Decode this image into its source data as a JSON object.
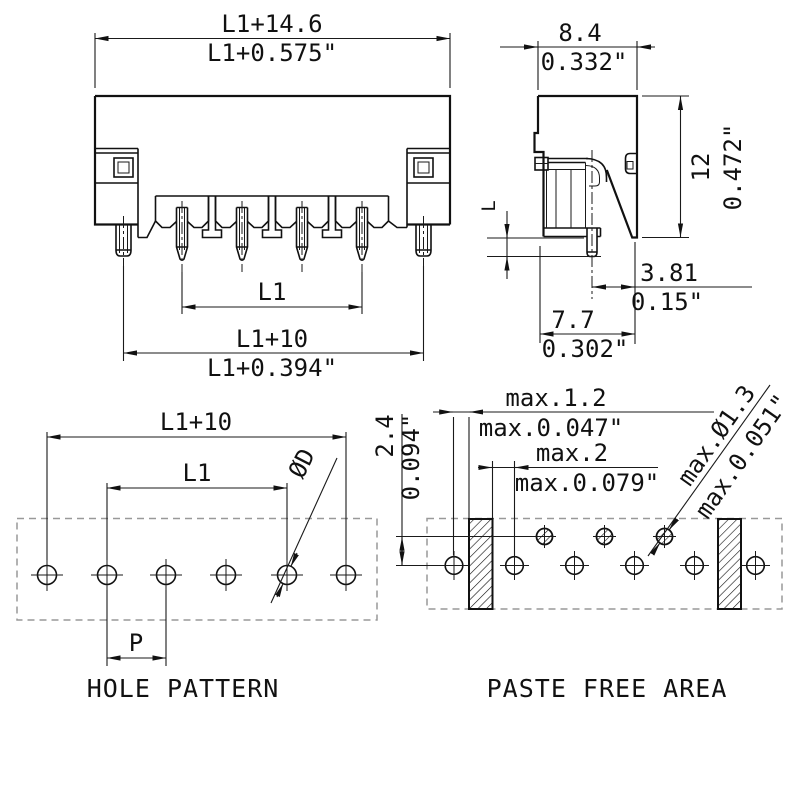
{
  "drawing": {
    "front_view": {
      "dim_overall_mm": "L1+14.6",
      "dim_overall_inch": "L1+0.575\"",
      "dim_l1": "L1",
      "dim_span_mm": "L1+10",
      "dim_span_inch": "L1+0.394\""
    },
    "side_view": {
      "dim_width_mm": "8.4",
      "dim_width_inch": "0.332\"",
      "dim_height_mm": "12",
      "dim_height_inch": "0.472\"",
      "dim_pin_length": "L",
      "dim_pin_offset_mm": "3.81",
      "dim_pin_offset_inch": "0.15\"",
      "dim_depth_mm": "7.7",
      "dim_depth_inch": "0.302\""
    },
    "hole_pattern": {
      "title": "HOLE PATTERN",
      "dim_span_mm": "L1+10",
      "dim_l1": "L1",
      "dim_pitch": "P",
      "dim_hole_dia": "ØD"
    },
    "paste_free_area": {
      "title": "PASTE FREE AREA",
      "dim_margin1_mm": "max.1.2",
      "dim_margin1_inch": "max.0.047\"",
      "dim_margin2_mm": "max.2",
      "dim_margin2_inch": "max.0.079\"",
      "dim_row_offset_mm": "2.4",
      "dim_row_offset_inch": "0.094\"",
      "dim_via_mm": "max.Ø1.3",
      "dim_via_inch": "max.0.051\""
    },
    "colors": {
      "line": "#111111",
      "dashed": "#999999",
      "background": "#ffffff"
    }
  }
}
